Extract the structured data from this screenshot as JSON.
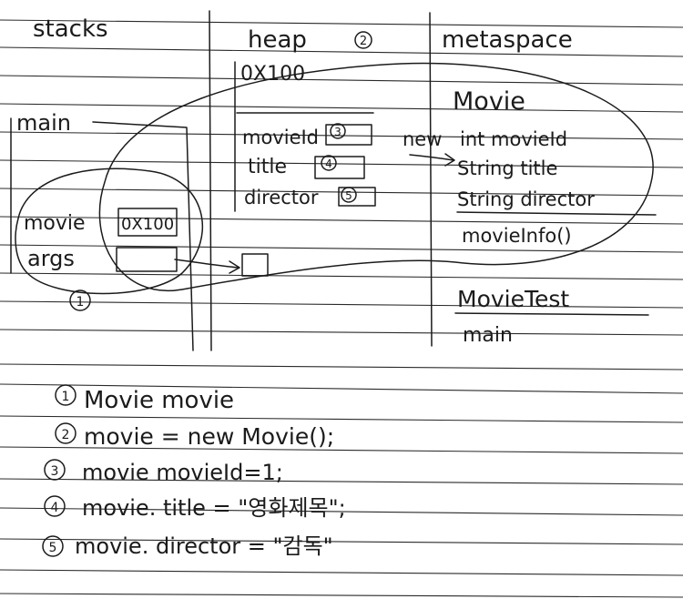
{
  "sections": {
    "stacks": "stacks",
    "heap": "heap",
    "metaspace": "metaspace"
  },
  "stack": {
    "frame": "main",
    "vars": [
      {
        "name": "movie",
        "value": "0X100"
      },
      {
        "name": "args",
        "value": ""
      }
    ],
    "marker": "1"
  },
  "heap": {
    "marker": "2",
    "address": "0X100",
    "fields": [
      {
        "name": "movieId",
        "marker": "3"
      },
      {
        "name": "title",
        "marker": "4"
      },
      {
        "name": "director",
        "marker": "5"
      }
    ]
  },
  "annotation": {
    "new_label": "new"
  },
  "metaspace": {
    "classes": [
      {
        "name": "Movie",
        "members": [
          "int movieId",
          "String title",
          "String director",
          "movieInfo()"
        ]
      },
      {
        "name": "MovieTest",
        "members": [
          "main"
        ]
      }
    ]
  },
  "steps": [
    {
      "marker": "1",
      "text": "Movie movie"
    },
    {
      "marker": "2",
      "text": "movie = new Movie();"
    },
    {
      "marker": "3",
      "text": "movie movieId=1;"
    },
    {
      "marker": "4",
      "text": "movie. title = \"영화제목\";"
    },
    {
      "marker": "5",
      "text": "movie. director = \"감독\""
    }
  ]
}
